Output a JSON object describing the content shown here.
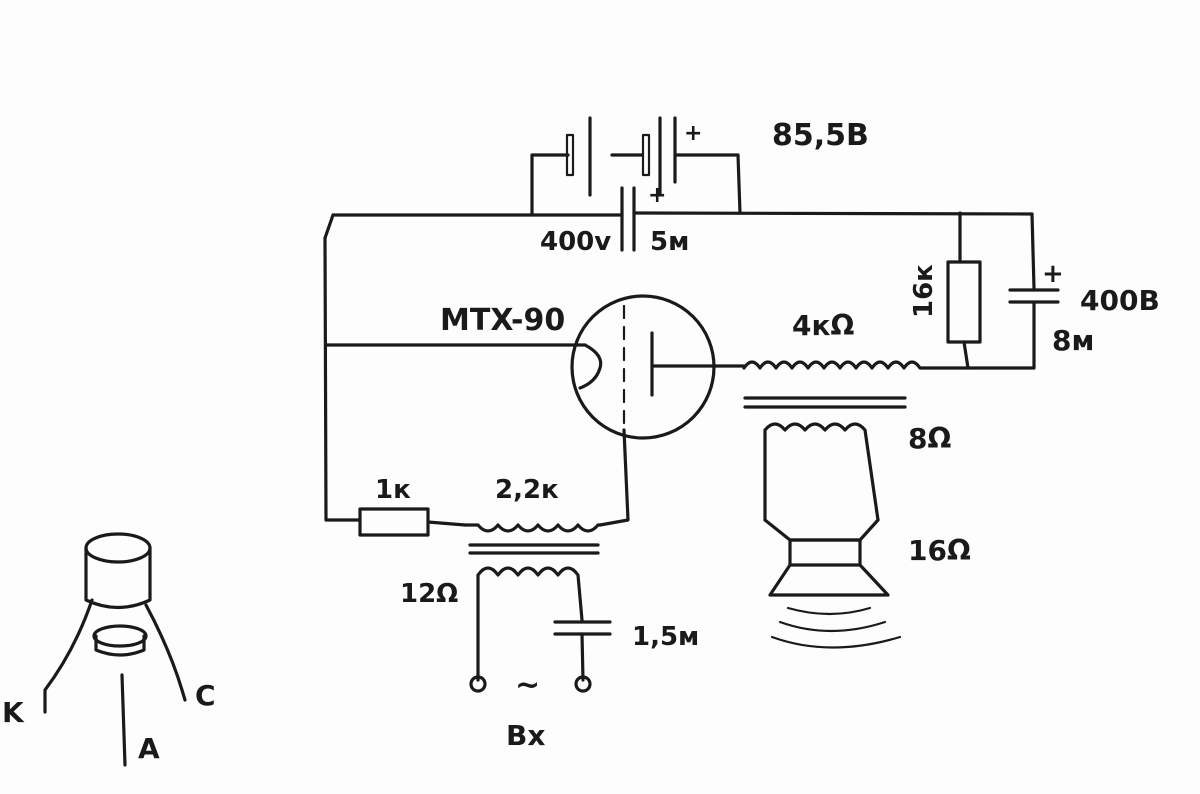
{
  "supply": {
    "voltage": "85,5B",
    "plus_top": "+",
    "plus_mid": "+"
  },
  "filter_cap": {
    "voltage": "400v",
    "value": "5м"
  },
  "tube": {
    "name": "MTX-90"
  },
  "plate_load": {
    "value": "4кΩ"
  },
  "resistor_16k": {
    "value": "16к"
  },
  "cap_right": {
    "plus": "+",
    "voltage": "400B",
    "value": "8м"
  },
  "output_tx": {
    "secondary": "8Ω"
  },
  "speaker": {
    "impedance": "16Ω"
  },
  "grid_resistor": {
    "value": "1к"
  },
  "input_tx": {
    "primary": "2,2к",
    "secondary": "12Ω"
  },
  "input_cap": {
    "value": "1,5м"
  },
  "input": {
    "label": "Bx",
    "symbol": "~"
  },
  "pinout": {
    "k": "K",
    "a": "A",
    "c": "C"
  },
  "colors": {
    "ink": "#1a1a1a",
    "paper": "#fdfdfd"
  }
}
